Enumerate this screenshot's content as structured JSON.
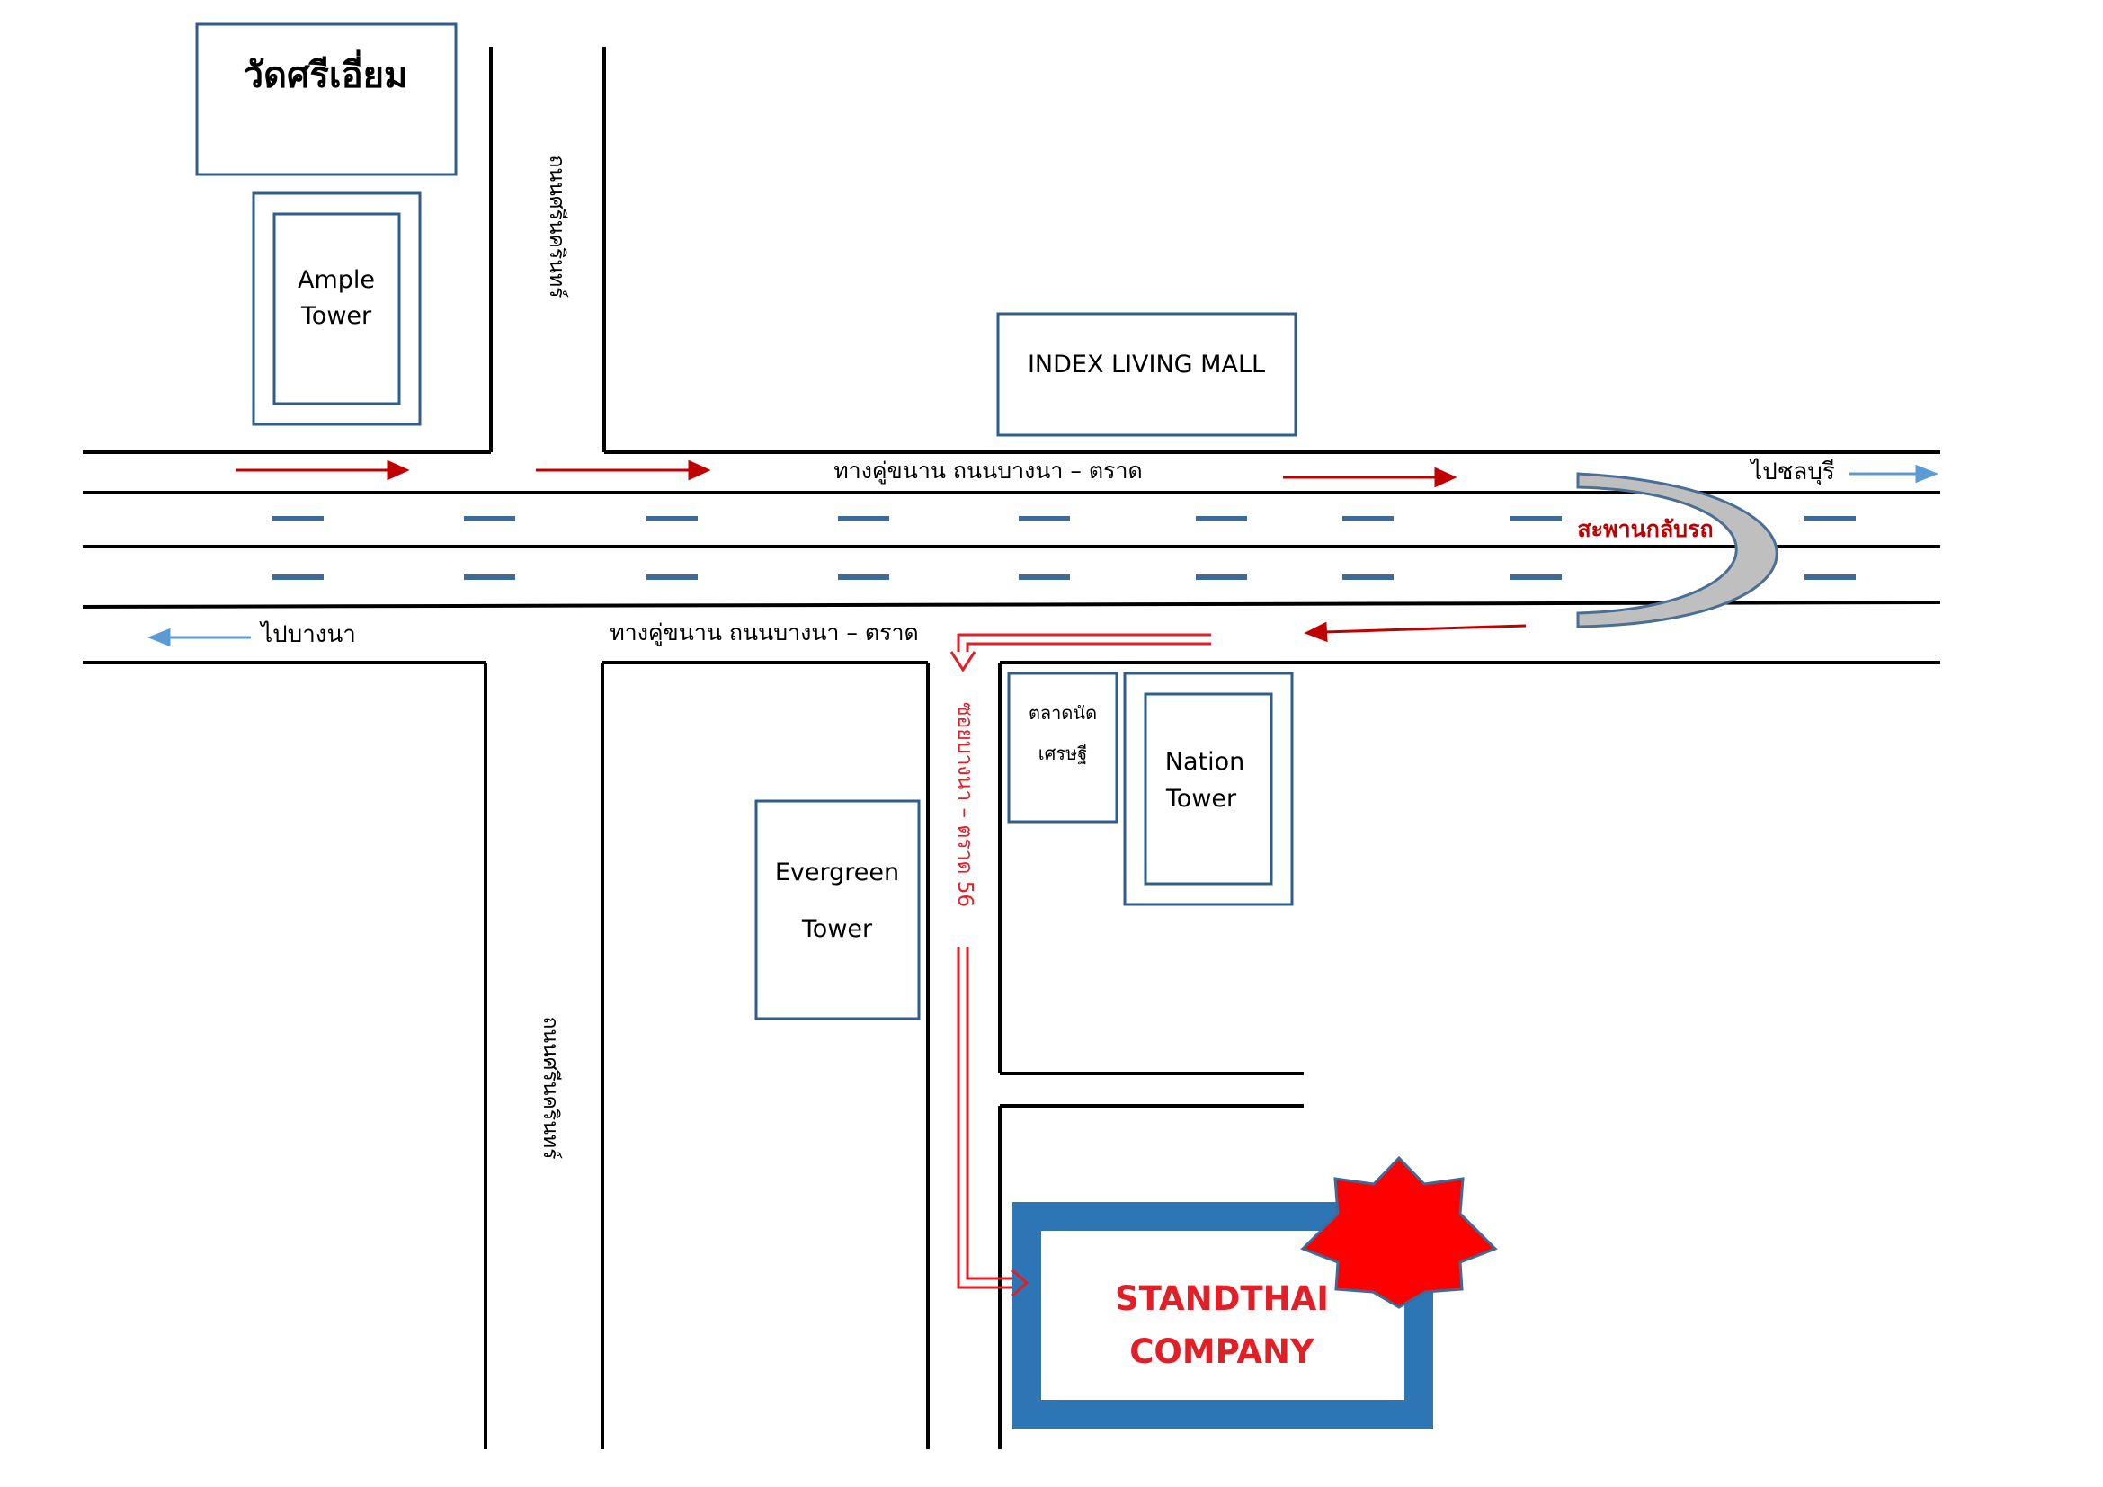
{
  "colors": {
    "road_line": "#000000",
    "building_border": "#2f5e8c",
    "lane_dash": "#3d6a96",
    "arrow_red": "#c00000",
    "arrow_blue": "#5b9bd5",
    "uturn_fill": "#bfbfbf",
    "uturn_stroke": "#4a6e94",
    "star_fill": "#ff0000",
    "company_border": "#2e75b6",
    "company_text": "#e21f26"
  },
  "labels": {
    "temple": "วัดศรีเอี่ยม",
    "ample_line1": "Ample",
    "ample_line2": "Tower",
    "index_mall": "INDEX LIVING MALL",
    "frontage_top": "ทางคู่ขนาน ถนนบางนา – ตราด",
    "frontage_bottom": "ทางคู่ขนาน ถนนบางนา – ตราด",
    "to_chonburi": "ไปชลบุรี",
    "to_bangna": "ไปบางนา",
    "uturn_bridge": "สะพานกลับรถ",
    "side_road_upper": "ถนนศรีนครินทร์",
    "side_road_lower": "ถนนศรีนครินทร์",
    "soi_label": "ซอยบางนา – ตราด 56",
    "market_line1": "ตลาดนัด",
    "market_line2": "เศรษฐี",
    "nation_line1": "Nation",
    "nation_line2": "Tower",
    "evergreen_line1": "Evergreen",
    "evergreen_line2": "Tower",
    "company_line1": "STANDTHAI",
    "company_line2": "COMPANY"
  },
  "icons": {
    "destination": "red-star-icon",
    "uturn": "u-turn-bridge-icon",
    "route": "route-arrow-icon"
  }
}
